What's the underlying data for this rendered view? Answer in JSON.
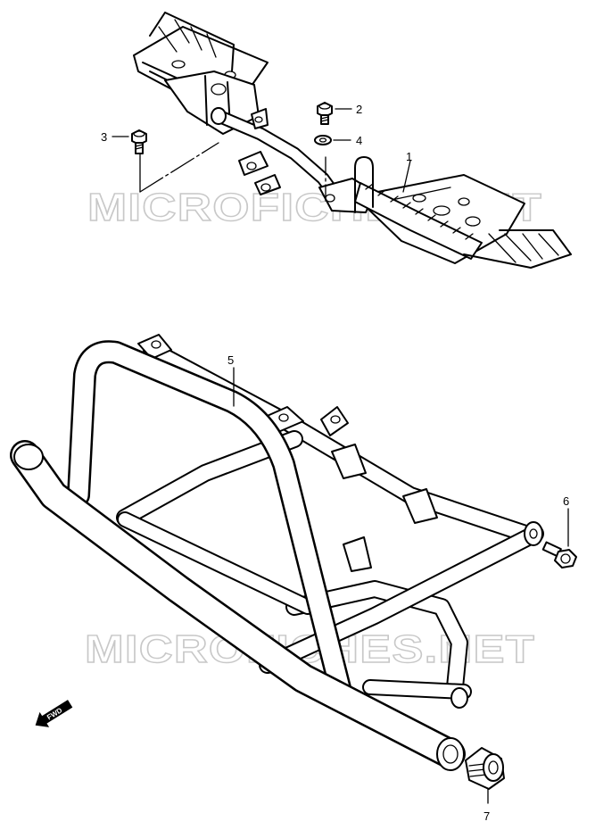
{
  "callouts": {
    "c1": "1",
    "c2": "2",
    "c3": "3",
    "c4": "4",
    "c5": "5",
    "c6": "6",
    "c7": "7"
  },
  "watermarks": {
    "top": "MICROFICHES.NET",
    "bottom": "MICROFICHES.NET"
  },
  "fwd_label": "FWD"
}
